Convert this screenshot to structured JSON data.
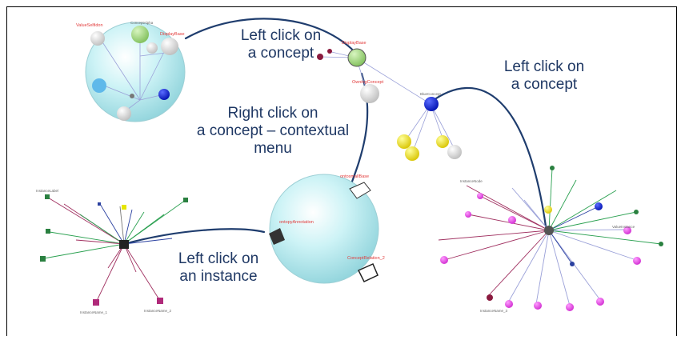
{
  "captions": {
    "left_click_concept_1": [
      "Left click on",
      "a concept"
    ],
    "left_click_concept_2": [
      "Left click on",
      "a concept"
    ],
    "right_click_concept": [
      "Right click on",
      "a concept – contextual",
      "menu"
    ],
    "left_click_instance": [
      "Left click on",
      "an instance"
    ]
  },
  "colors": {
    "connector": "#1f3d6e",
    "caption_text": "#1f3864",
    "sphere": "#bfeef2",
    "node_label": "#e23a3a"
  }
}
